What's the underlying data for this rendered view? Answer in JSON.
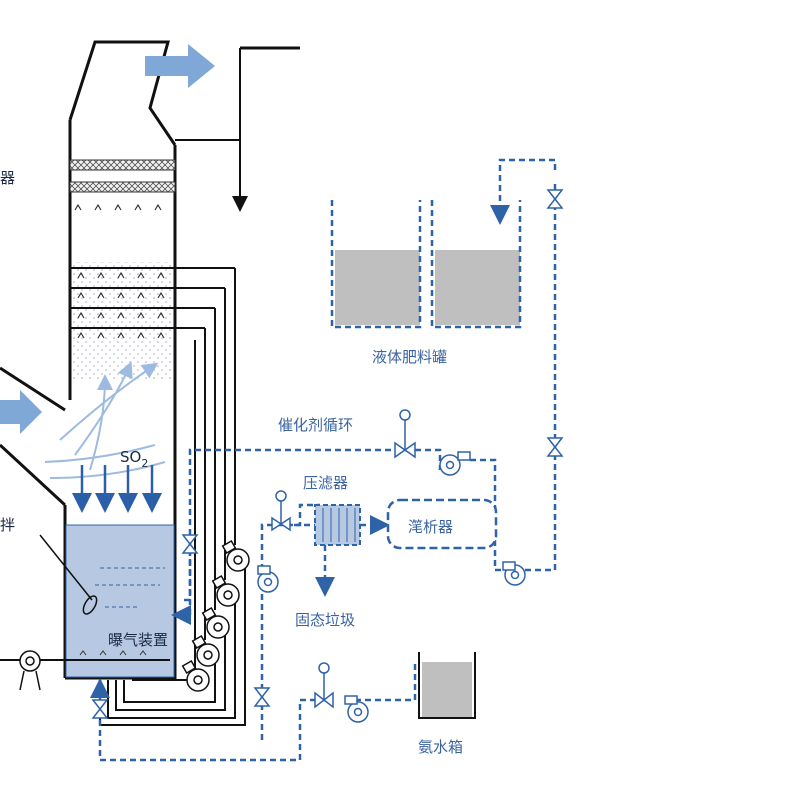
{
  "labels": {
    "tower_cut_top": "器",
    "tower_cut_mid": "拌",
    "so2": "SO",
    "so2_sub": "2",
    "aeration": "曝气装置",
    "liquid_fertilizer_tank": "液体肥料罐",
    "catalyst_circulation": "催化剂循环",
    "filter_press": "压滤器",
    "crystallizer": "滗析器",
    "solid_waste": "固态垃圾",
    "ammonia_tank": "氨水箱"
  },
  "colors": {
    "line_black": "#111111",
    "dashed_blue": "#2f63a8",
    "liquid_blue": "#b7c8e2",
    "tank_gray": "#bfbfbf",
    "arrow_blue": "#7fa8d6",
    "so2_arrow": "#2b5fa8"
  },
  "icons": [
    "valve-icon",
    "pump-icon",
    "filter-icon",
    "flow-arrow-icon"
  ]
}
